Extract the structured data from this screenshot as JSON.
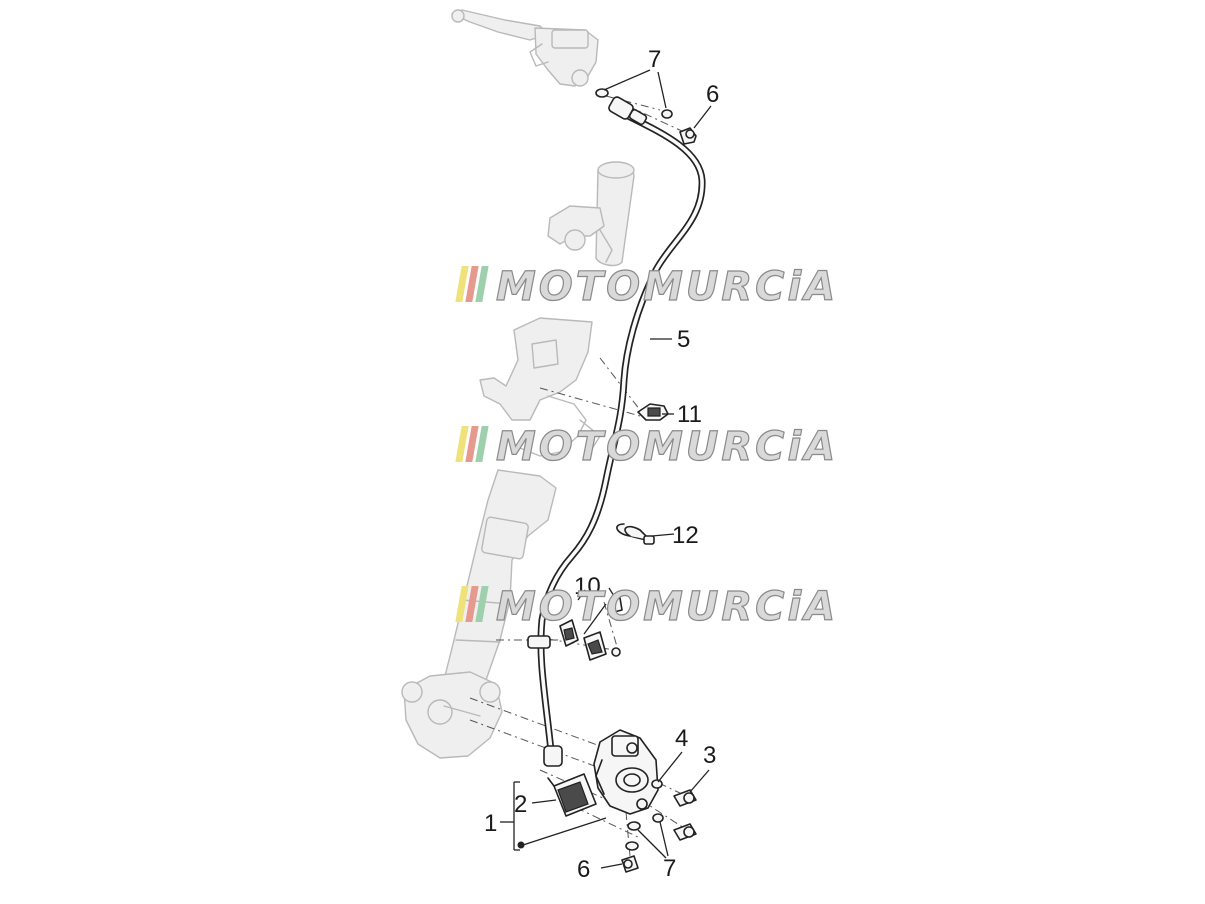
{
  "watermark": {
    "text": "MOTOMURCiA",
    "stripe_colors": [
      "#f0e27a",
      "#e69a8e",
      "#9fd0ad"
    ],
    "text_color": "#d9d9d9",
    "outline_color": "#8a8a8a"
  },
  "callouts": {
    "c1": "1",
    "c2": "2",
    "c3": "3",
    "c4": "4",
    "c5": "5",
    "c6_top": "6",
    "c6_bottom": "6",
    "c7_top": "7",
    "c7_bottom": "7",
    "c10": "10",
    "c11": "11",
    "c12": "12"
  },
  "colors": {
    "line": "#222222",
    "ghost": "#b9b9b9",
    "background": "#ffffff"
  }
}
